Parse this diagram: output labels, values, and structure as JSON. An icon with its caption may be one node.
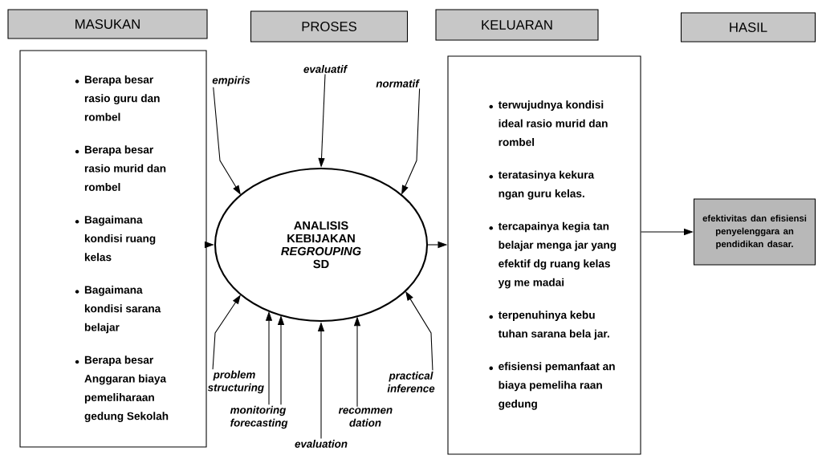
{
  "diagram": {
    "nodes": [
      {
        "text": [
          "MASUKAN"
        ]
      },
      {
        "text": [
          "PROSES"
        ]
      },
      {
        "text": [
          "KELUARAN"
        ]
      },
      {
        "text": [
          "HASIL"
        ]
      },
      {
        "text": [
          "Berapa besar rasio guru dan rombel",
          "Berapa besar rasio murid dan rombel",
          "Bagaimana kondisi ruang kelas",
          "Bagaimana kondisi sarana belajar",
          "Berapa besar Anggaran biaya pemeliharaan gedung Sekolah"
        ]
      },
      {
        "text": [
          "ANALISIS KEBIJAKAN *REGROUPING* SD"
        ]
      },
      {
        "text": [
          "terwujudnya kondisi ideal rasio murid dan rombel",
          "teratasinya kekura ngan guru kelas.",
          "tercapainya kegia tan belajar menga jar yang efektif dg ruang kelas yg me madai",
          "terpenuhinya kebu tuhan sarana bela jar.",
          "efisiensi pemanfaat an biaya pemeliha raan gedung"
        ]
      },
      {
        "text": [
          "efektivitas dan efisiensi penyelenggara an pendidikan dasar."
        ]
      },
      {
        "text": [
          "empiris"
        ]
      },
      {
        "text": [
          "evaluatif"
        ]
      },
      {
        "text": [
          "normatif"
        ]
      },
      {
        "text": [
          "problem structuring"
        ]
      },
      {
        "text": [
          "monitoring forecasting"
        ]
      },
      {
        "text": [
          "evaluation"
        ]
      },
      {
        "text": [
          "recommen dation"
        ]
      },
      {
        "text": [
          "practical inference"
        ]
      }
    ],
    "edges": [
      {
        "from": 4,
        "to": 5,
        "arrow": "to"
      },
      {
        "from": 5,
        "to": 6,
        "arrow": "to"
      },
      {
        "from": 6,
        "to": 7,
        "arrow": "to"
      },
      {
        "from": 8,
        "to": 5,
        "arrow": "to"
      },
      {
        "from": 9,
        "to": 5,
        "arrow": "to"
      },
      {
        "from": 10,
        "to": 5,
        "arrow": "to"
      },
      {
        "from": 11,
        "to": 5,
        "arrow": "to"
      },
      {
        "from": 12,
        "to": 5,
        "arrow": "to"
      },
      {
        "from": 12,
        "to": 5,
        "arrow": "to"
      },
      {
        "from": 13,
        "to": 5,
        "arrow": "to"
      },
      {
        "from": 14,
        "to": 5,
        "arrow": "to"
      },
      {
        "from": 15,
        "to": 5,
        "arrow": "to"
      }
    ]
  }
}
